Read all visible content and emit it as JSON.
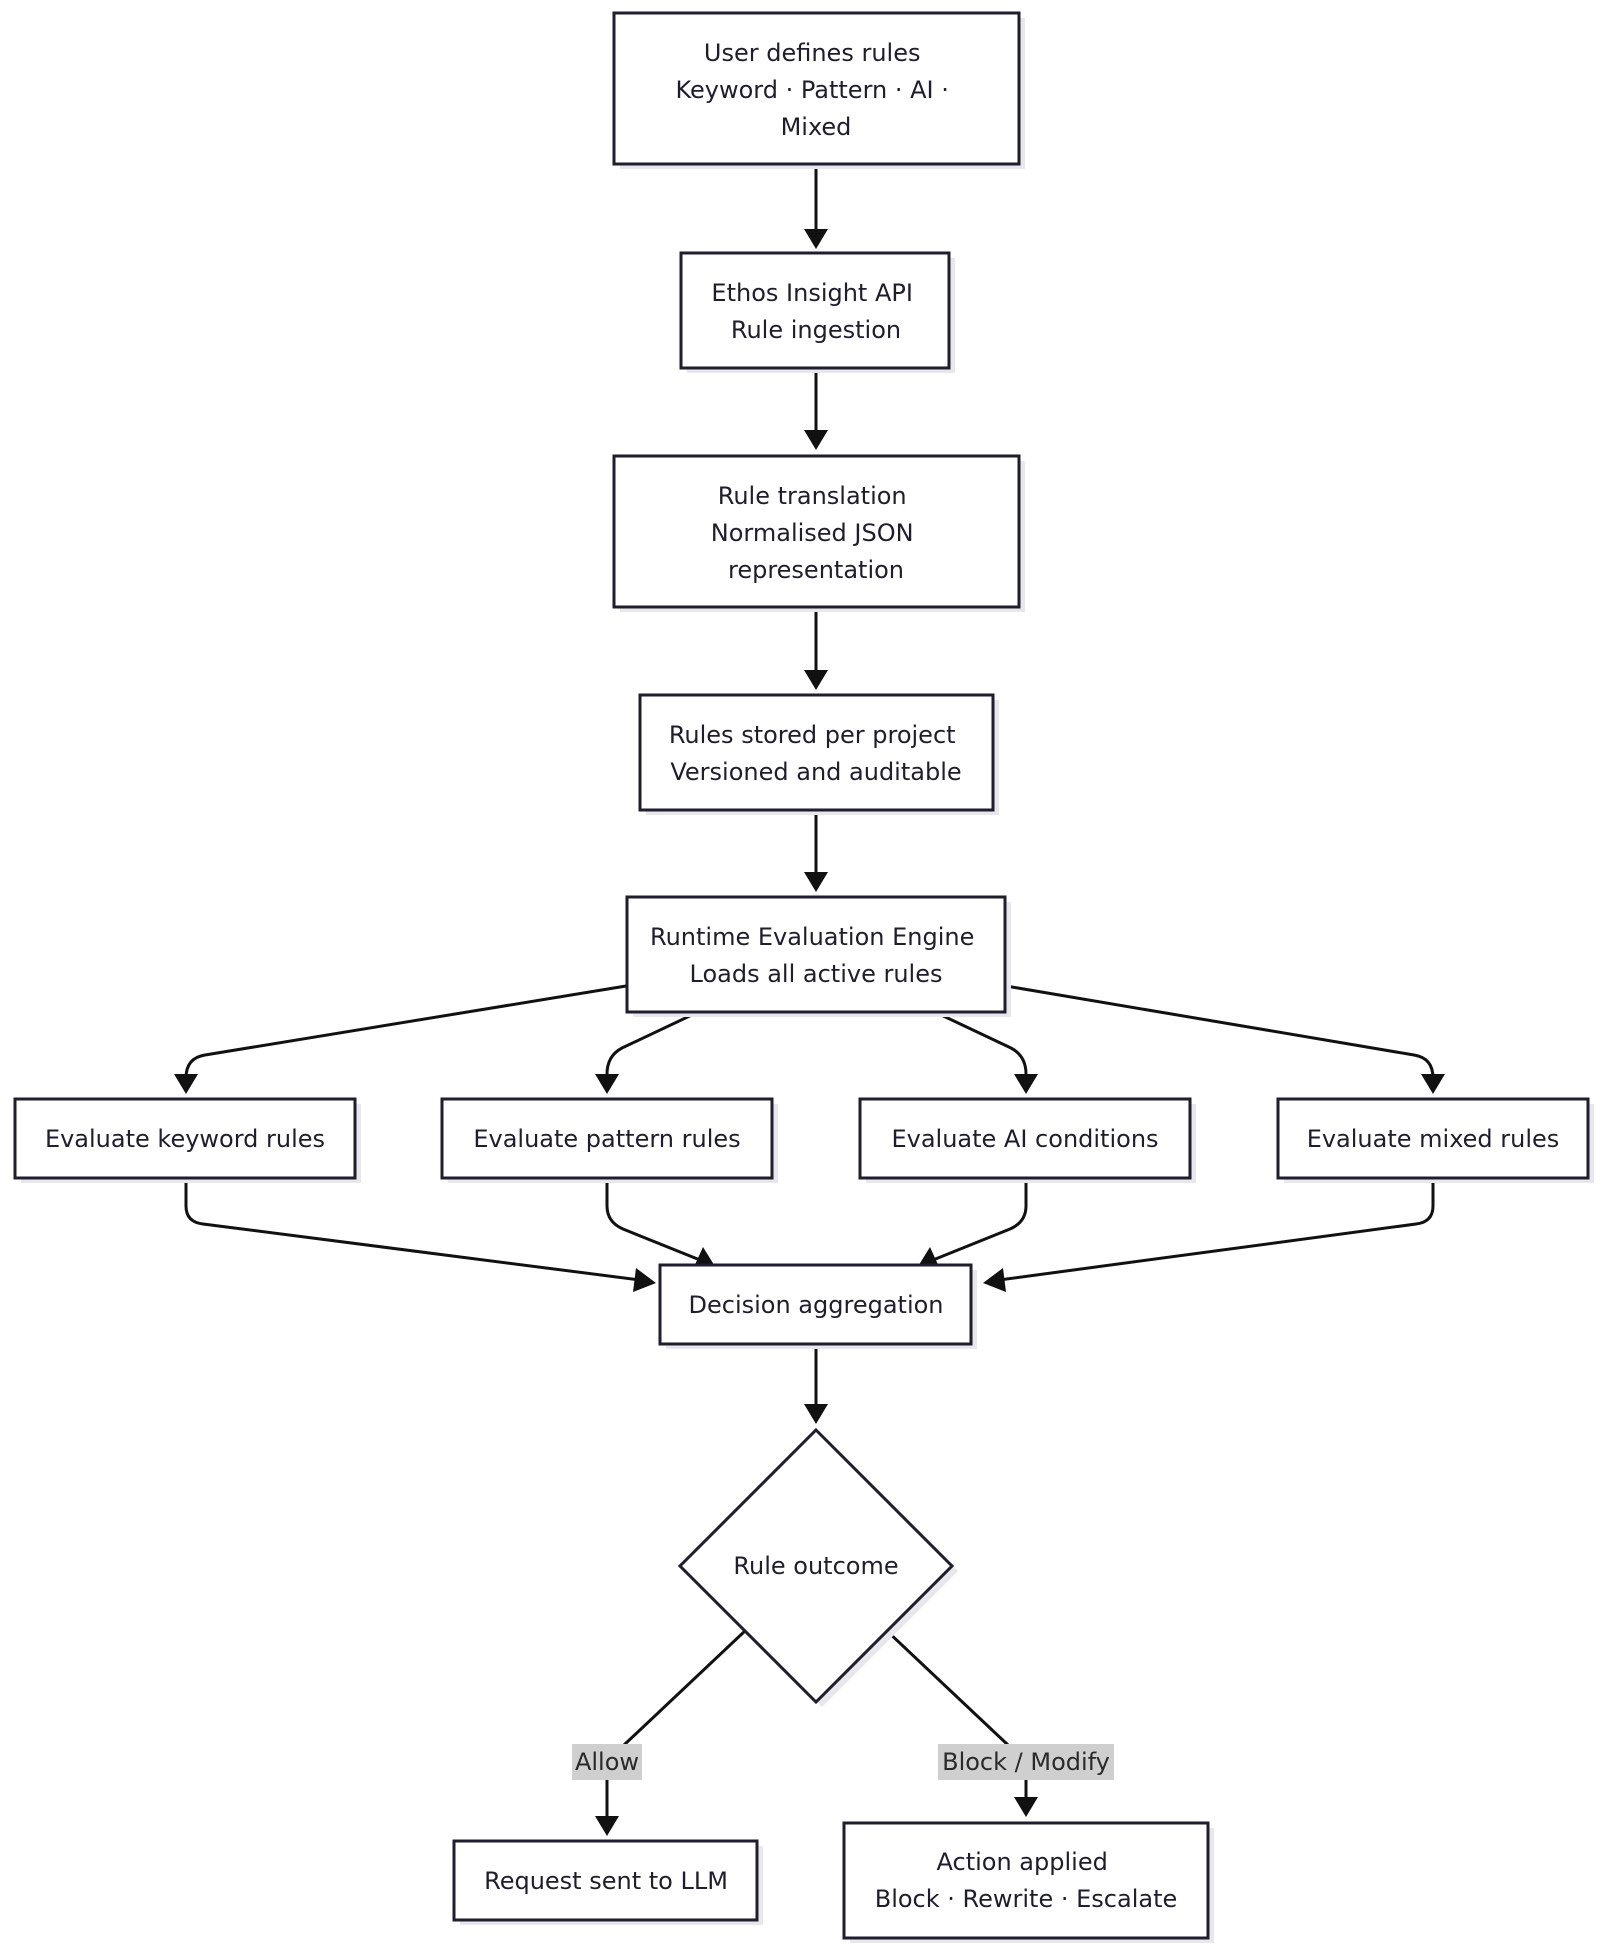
{
  "nodes": {
    "define_rules": {
      "lines": [
        "User defines rules",
        "Keyword · Pattern · AI ·",
        "Mixed"
      ]
    },
    "api": {
      "lines": [
        "Ethos Insight API",
        "Rule ingestion"
      ]
    },
    "translation": {
      "lines": [
        "Rule translation",
        "Normalised JSON",
        "representation"
      ]
    },
    "stored": {
      "lines": [
        "Rules stored per project",
        "Versioned and auditable"
      ]
    },
    "engine": {
      "lines": [
        "Runtime Evaluation Engine",
        "Loads all active rules"
      ]
    },
    "eval_keyword": {
      "lines": [
        "Evaluate keyword rules"
      ]
    },
    "eval_pattern": {
      "lines": [
        "Evaluate pattern rules"
      ]
    },
    "eval_ai": {
      "lines": [
        "Evaluate AI conditions"
      ]
    },
    "eval_mixed": {
      "lines": [
        "Evaluate mixed rules"
      ]
    },
    "aggregation": {
      "lines": [
        "Decision aggregation"
      ]
    },
    "outcome": {
      "lines": [
        "Rule outcome"
      ]
    },
    "sent_llm": {
      "lines": [
        "Request sent to LLM"
      ]
    },
    "action": {
      "lines": [
        "Action applied",
        "Block · Rewrite · Escalate"
      ]
    }
  },
  "edge_labels": {
    "allow": "Allow",
    "block_modify": "Block / Modify"
  }
}
